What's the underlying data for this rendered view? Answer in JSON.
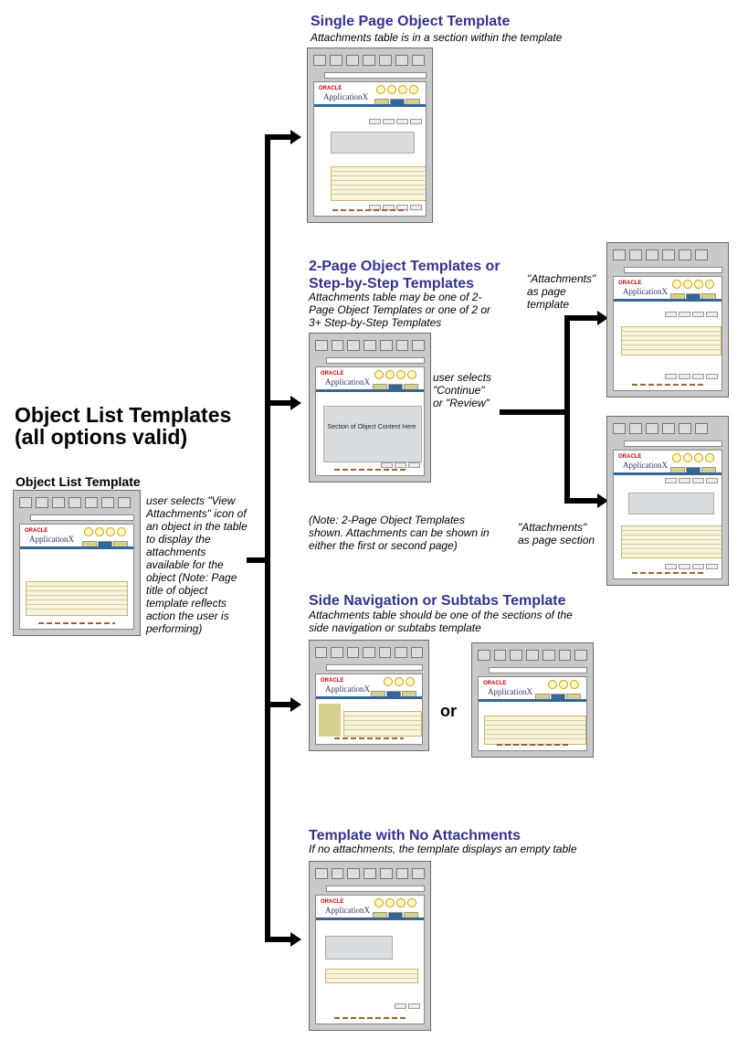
{
  "left": {
    "title": "Object List Templates (all options valid)",
    "subtitle": "Object List Template",
    "caption": "user selects \"View Attachments\" icon of an object in the table to display the attachments available for the object (Note: Page title of object template reflects action the user is performing)"
  },
  "sections": [
    {
      "title": "Single Page Object Template",
      "desc": "Attachments table is in a section within the template"
    },
    {
      "title": "2-Page Object Templates or Step-by-Step Templates",
      "desc": "Attachments table may be one of 2-Page Object Templates or one of 2 or 3+ Step-by-Step Templates"
    },
    {
      "title": "Side Navigation or Subtabs Template",
      "desc": "Attachments table should be one of the sections of the side navigation or subtabs template"
    },
    {
      "title": "Template with No Attachments",
      "desc": "If no attachments, the template displays an empty table"
    }
  ],
  "two_page": {
    "user_action": "user selects \"Continue\" or \"Review\"",
    "note": "(Note: 2-Page Object Templates shown. Attachments can be shown in either the first or second page)",
    "label_page_template": "\"Attachments\" as page template",
    "label_page_section": "\"Attachments\" as page section",
    "content_box": "Section of Object Content Here"
  },
  "side_nav": {
    "or": "or"
  },
  "mock": {
    "oracle": "ORACLE",
    "app": "ApplicationX"
  }
}
